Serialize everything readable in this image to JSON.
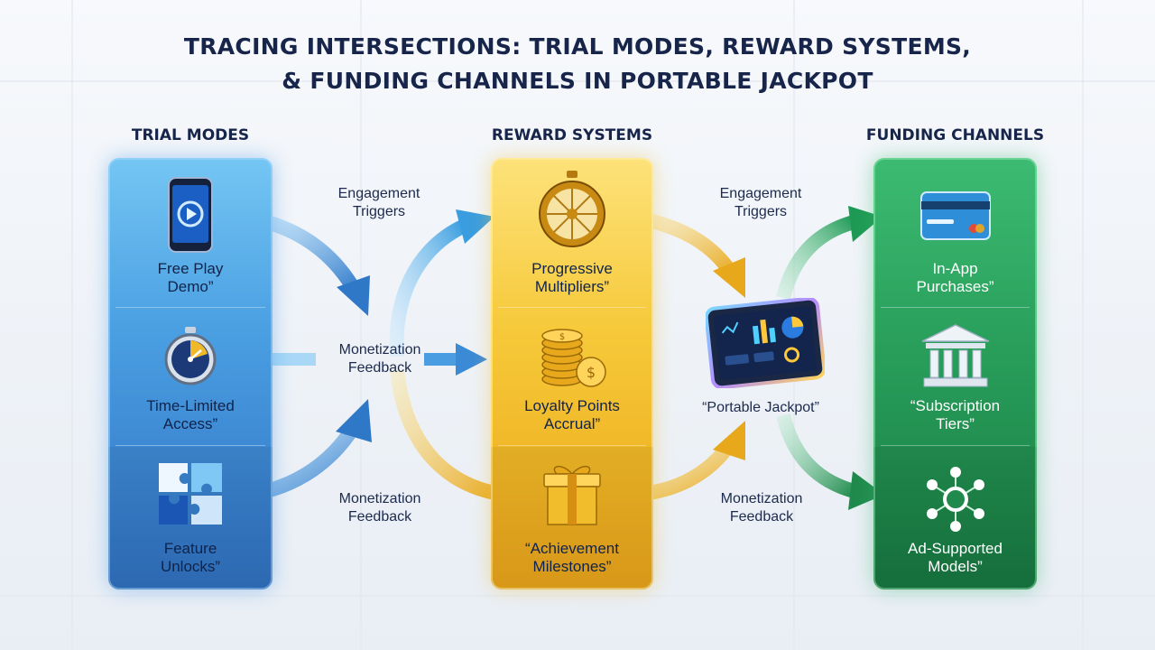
{
  "title": {
    "line1": "TRACING INTERSECTIONS: TRIAL MODES, REWARD SYSTEMS,",
    "line2": "& FUNDING CHANNELS IN PORTABLE JACKPOT"
  },
  "columns": {
    "trial": {
      "heading": "TRIAL MODES",
      "items": [
        {
          "line1": "Free Play",
          "line2": "Demo”",
          "icon": "smartphone-play-icon"
        },
        {
          "line1": "Time-Limited",
          "line2": "Access”",
          "icon": "stopwatch-icon"
        },
        {
          "line1": "Feature",
          "line2": "Unlocks”",
          "icon": "puzzle-icon"
        }
      ]
    },
    "reward": {
      "heading": "REWARD SYSTEMS",
      "items": [
        {
          "line1": "Progressive",
          "line2": "Multipliers”",
          "icon": "gold-wheel-icon"
        },
        {
          "line1": "Loyalty Points",
          "line2": "Accrual”",
          "icon": "coin-stack-icon"
        },
        {
          "line1": "“Achievement",
          "line2": "Milestones”",
          "icon": "gift-box-icon"
        }
      ]
    },
    "funding": {
      "heading": "FUNDING CHANNELS",
      "items": [
        {
          "line1": "In-App",
          "line2": "Purchases”",
          "icon": "credit-card-icon"
        },
        {
          "line1": "“Subscription",
          "line2": "Tiers”",
          "icon": "bank-icon"
        },
        {
          "line1": "Ad-Supported",
          "line2": "Models”",
          "icon": "network-hub-icon"
        }
      ]
    }
  },
  "flows": {
    "left_top": {
      "line1": "Engagement",
      "line2": "Triggers"
    },
    "left_mid": {
      "line1": "Monetization",
      "line2": "Feedback"
    },
    "left_bottom": {
      "line1": "Monetization",
      "line2": "Feedback"
    },
    "right_top": {
      "line1": "Engagement",
      "line2": "Triggers"
    },
    "right_bottom": {
      "line1": "Monetization",
      "line2": "Feedback"
    }
  },
  "center": {
    "label": "“Portable Jackpot”",
    "icon": "tablet-dashboard-icon"
  },
  "colors": {
    "blue": "#3a8ad6",
    "gold": "#f2bd2c",
    "green": "#22985a",
    "title": "#17254a"
  }
}
